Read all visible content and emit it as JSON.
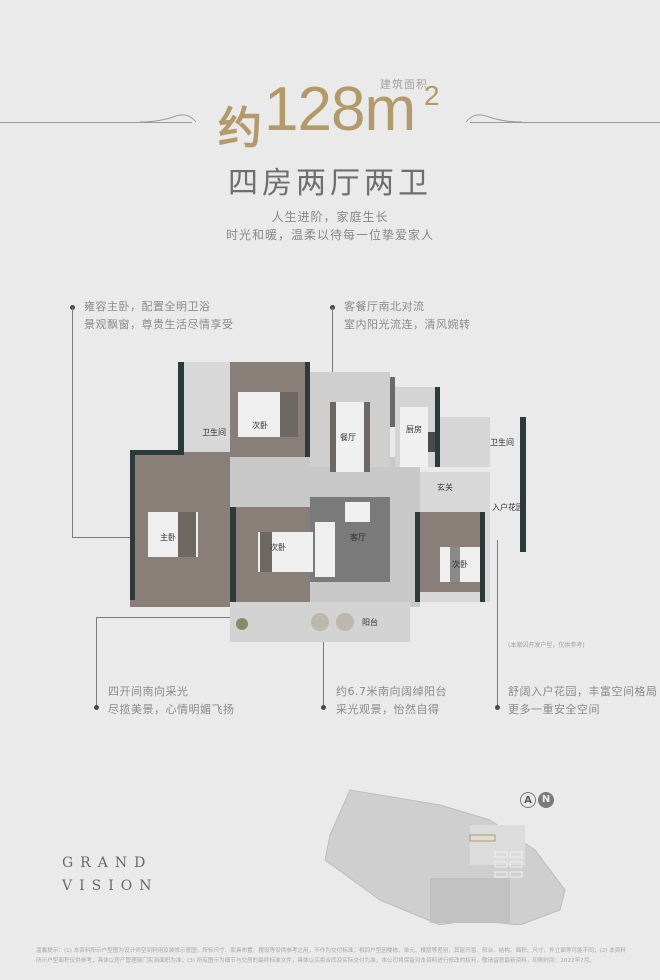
{
  "header": {
    "area_prefix": "约",
    "area_number": "128m",
    "area_superscript": "2",
    "area_label": "建筑面积",
    "layout_title": "四房两厅两卫",
    "slogan_line1": "人生进阶，家庭生长",
    "slogan_line2": "时光和暖，温柔以待每一位挚爱家人"
  },
  "callouts": {
    "master_bedroom": {
      "line1": "雍容主卧，配置全明卫浴",
      "line2": "景观飘窗，尊贵生活尽情享受"
    },
    "living_dining": {
      "line1": "客餐厅南北对流",
      "line2": "室内阳光流连，清风婉转"
    },
    "south_rooms": {
      "line1": "四开间南向采光",
      "line2": "尽揽美景，心情明媚飞扬"
    },
    "balcony": {
      "line1": "约6.7米南向阔绰阳台",
      "line2": "采光观景，怡然自得"
    },
    "entry_garden": {
      "line1": "舒阔入户花园，丰富空间格局",
      "line2": "更多一重安全空间"
    }
  },
  "floorplan": {
    "rooms": [
      {
        "id": "bathroom-1",
        "label": "卫生间"
      },
      {
        "id": "second-bedroom-1",
        "label": "次卧"
      },
      {
        "id": "dining-room",
        "label": "餐厅"
      },
      {
        "id": "kitchen",
        "label": "厨房"
      },
      {
        "id": "bathroom-2",
        "label": "卫生间"
      },
      {
        "id": "foyer",
        "label": "玄关"
      },
      {
        "id": "entry-garden",
        "label": "入户花园"
      },
      {
        "id": "master-bedroom",
        "label": "主卧"
      },
      {
        "id": "second-bedroom-2",
        "label": "次卧"
      },
      {
        "id": "living-room",
        "label": "客厅"
      },
      {
        "id": "second-bedroom-3",
        "label": "次卧"
      },
      {
        "id": "balcony",
        "label": "阳台"
      }
    ],
    "note": "(本案因开发户型，仅供参考)"
  },
  "brand": {
    "line1": "GRAND",
    "line2": "VISION"
  },
  "compass": {
    "icon1": "A",
    "icon2": "N"
  },
  "footer": {
    "line1": "温馨提示：(1) 本资料所示户型图为设计师空间利用及装修示意图，所标尺寸、家具布置、摆设等仅供参考之用，不作为交付标准；相同户型因楼栋、单元、楼层等差别，其层开窗、阳台、结构、面积、尺寸、外立面等可能不同；(2) 本资料",
    "line2": "所示户型面积仅供参考，具体以房产管理部门实测面积为准；(3) 所有图示为细节与交房的最终标准文件，具体以买卖合同及实际交付为准，本公司将保留对本资料进行修改的权利，敬请留意最新资料，印刷时间：2022年7月。"
  },
  "colors": {
    "background": "#eaeaea",
    "accent_gold": "#b39a6c",
    "text_gray": "#6f6f6f",
    "wall_dark": "#2d3a3a"
  }
}
